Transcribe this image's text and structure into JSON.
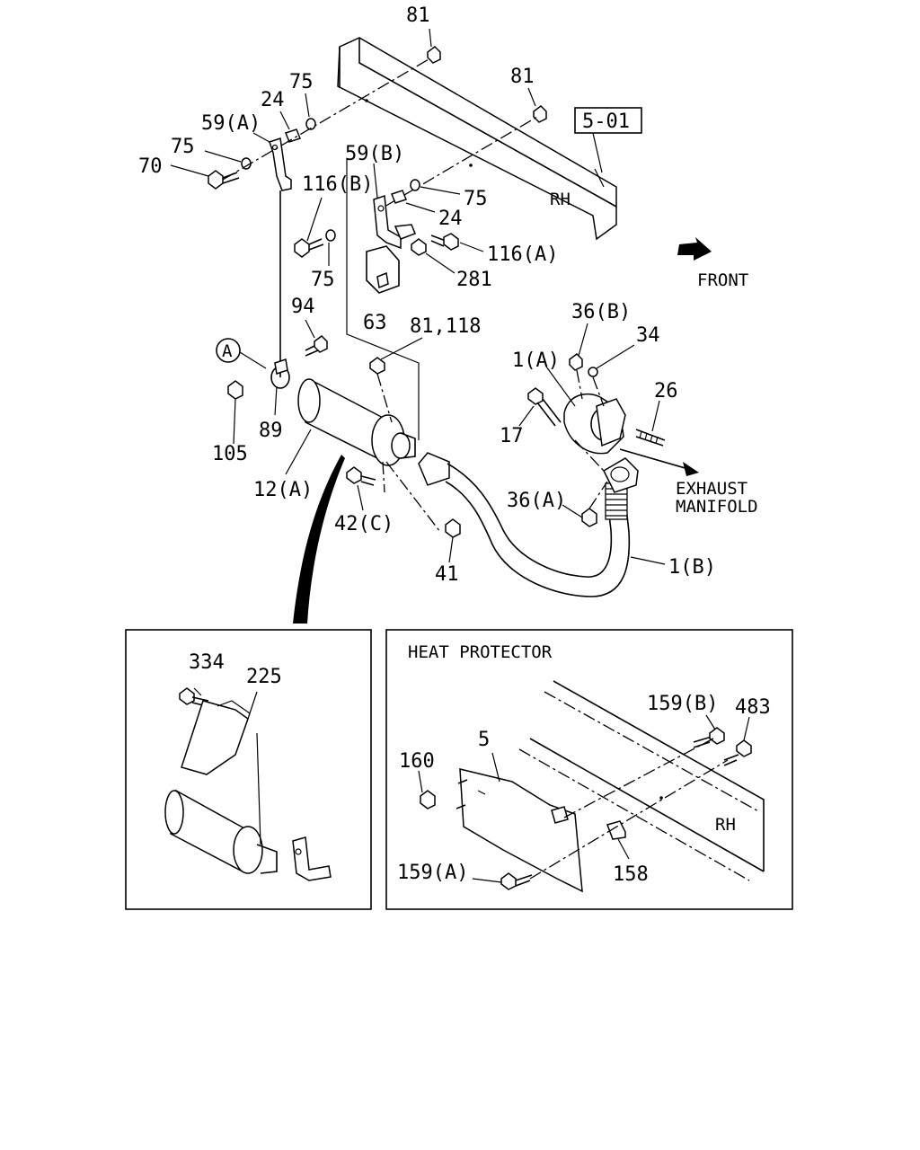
{
  "frame_box": {
    "label": "5-01"
  },
  "directions": {
    "rh_upper": "RH",
    "front": "FRONT",
    "exhaust_manifold": [
      "EXHAUST",
      "MANIFOLD"
    ]
  },
  "callouts": {
    "p81_top": "81",
    "p81_right": "81",
    "p75_top": "75",
    "p24_top": "24",
    "p59a": "59(A)",
    "p75_left": "75",
    "p70": "70",
    "p59b": "59(B)",
    "p116b": "116(B)",
    "p75_mid": "75",
    "p24_mid": "24",
    "p116a": "116(A)",
    "p75_low": "75",
    "p281": "281",
    "p63": "63",
    "p94": "94",
    "p81_118": "81,118",
    "pA": "A",
    "p89": "89",
    "p105": "105",
    "p12a": "12(A)",
    "p42c": "42(C)",
    "p41": "41",
    "p36b": "36(B)",
    "p34": "34",
    "p1a": "1(A)",
    "p26": "26",
    "p17": "17",
    "p36a": "36(A)",
    "p1b": "1(B)"
  },
  "inset_left": {
    "p334": "334",
    "p225": "225"
  },
  "inset_right": {
    "title": "HEAT PROTECTOR",
    "p159b": "159(B)",
    "p483": "483",
    "p5": "5",
    "p160": "160",
    "p159a": "159(A)",
    "p158": "158",
    "rh": "RH"
  }
}
